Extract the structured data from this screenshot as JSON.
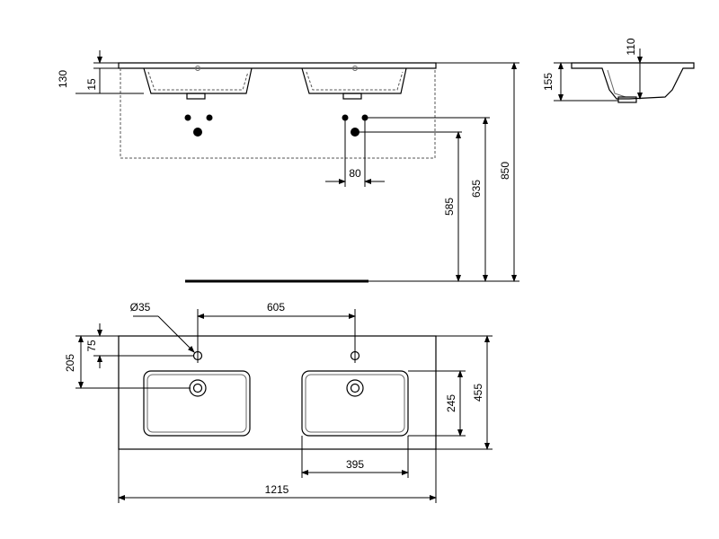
{
  "dimensions": {
    "front_height_130": "130",
    "front_depth_15": "15",
    "tap_spacing_80": "80",
    "height_585": "585",
    "height_635": "635",
    "height_850": "850",
    "side_depth_110": "110",
    "side_height_155": "155",
    "hole_diameter": "Ø35",
    "center_spacing_605": "605",
    "hole_offset_75": "75",
    "bowl_offset_205": "205",
    "bowl_depth_245": "245",
    "overall_depth_455": "455",
    "bowl_width_395": "395",
    "overall_width_1215": "1215"
  }
}
